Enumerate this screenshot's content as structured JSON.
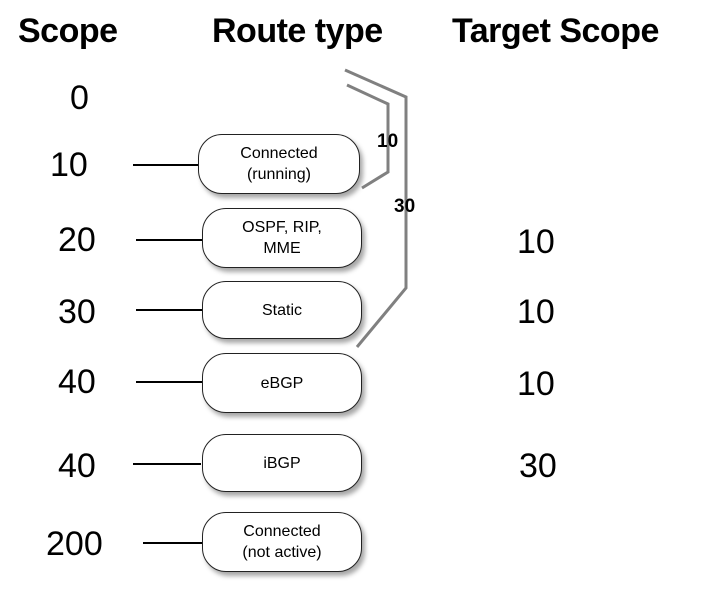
{
  "headings": {
    "scope": "Scope",
    "route_type": "Route type",
    "target_scope": "Target Scope"
  },
  "scope_values": [
    "0",
    "10",
    "20",
    "30",
    "40",
    "40",
    "200"
  ],
  "routes": [
    "Connected\n(running)",
    "OSPF, RIP,\nMME",
    "Static",
    "eBGP",
    "iBGP",
    "Connected\n(not active)"
  ],
  "target_scopes": [
    "10",
    "10",
    "10",
    "30"
  ],
  "bracket_labels": [
    "10",
    "30"
  ]
}
